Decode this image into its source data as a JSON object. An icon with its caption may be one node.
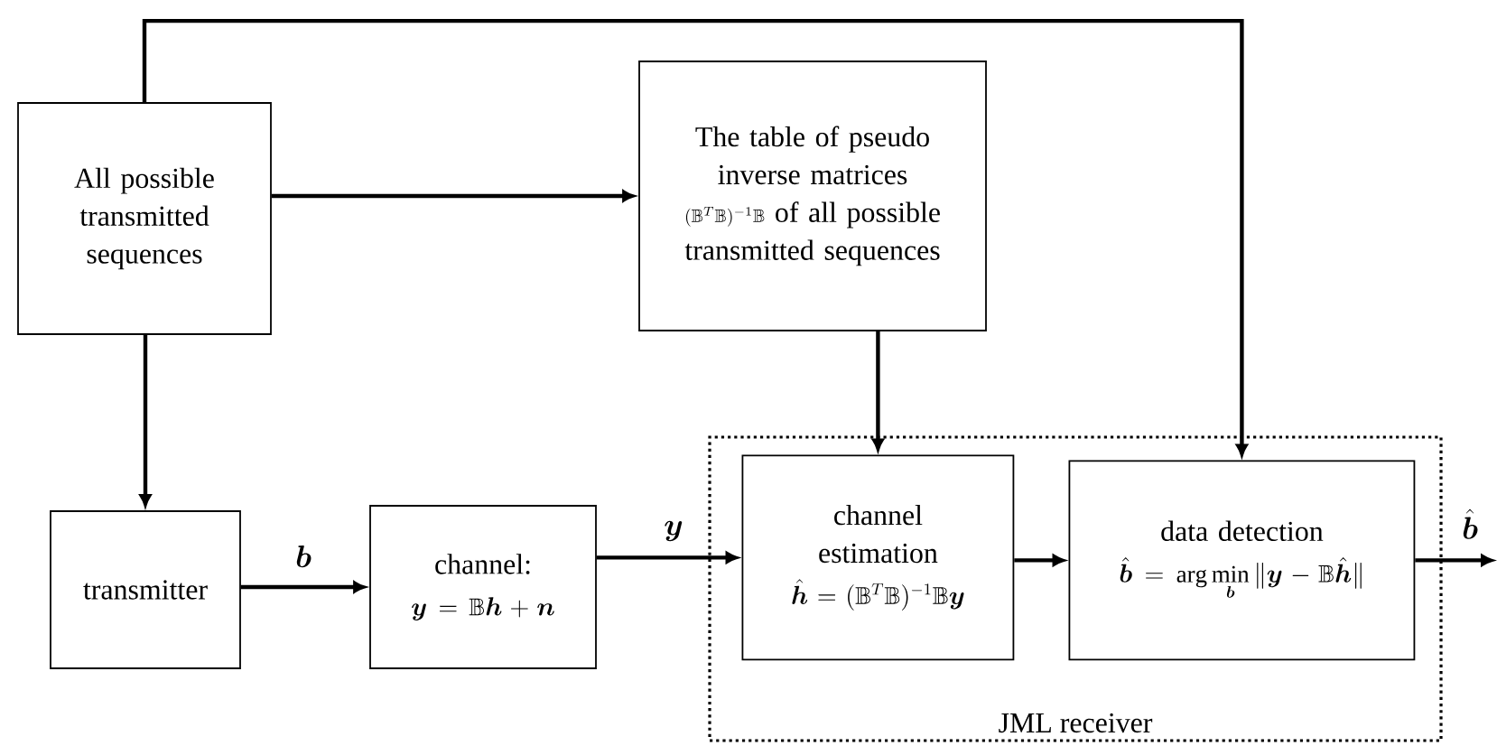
{
  "diagram": {
    "nodes": [
      {
        "text": [
          "All possible transmitted sequences"
        ]
      },
      {
        "text": [
          "The table of pseudo inverse matrices",
          "(\\mathbb{B}^T\\mathbb{B})^{-1}\\mathbb{B}",
          "of all possible transmitted sequences"
        ]
      },
      {
        "text": [
          "JML receiver"
        ]
      },
      {
        "text": [
          "transmitter"
        ]
      },
      {
        "text": [
          "channel:",
          "\\boldsymbol{y} = \\mathbb{B}\\boldsymbol{h} + \\boldsymbol{n}"
        ]
      },
      {
        "text": [
          "channel estimation",
          "\\hat{\\boldsymbol{h}} = (\\mathbb{B}^T\\mathbb{B})^{-1}\\mathbb{B}\\boldsymbol{y}"
        ],
        "in": 2
      },
      {
        "text": [
          "data detection",
          "\\hat{\\boldsymbol{b}} = \\arg\\min_{\\boldsymbol{b}} \\|\\boldsymbol{y} - \\mathbb{B}\\hat{\\boldsymbol{h}}\\|"
        ],
        "in": 2
      }
    ],
    "edges": [
      {
        "from": 0,
        "to": 3,
        "arrow": "to"
      },
      {
        "from": 0,
        "to": 1,
        "arrow": "to"
      },
      {
        "from": 0,
        "to": 6,
        "arrow": "to"
      },
      {
        "from": 1,
        "to": 5,
        "arrow": "to"
      },
      {
        "from": 3,
        "to": 4,
        "arrow": "to",
        "label": "\\boldsymbol{b}"
      },
      {
        "from": 4,
        "to": 5,
        "arrow": "to",
        "label": "\\boldsymbol{y}"
      },
      {
        "from": 5,
        "to": 6,
        "arrow": "to"
      },
      {
        "from": 6,
        "to": null,
        "arrow": "to",
        "label": "\\hat{\\boldsymbol{b}}"
      }
    ]
  }
}
